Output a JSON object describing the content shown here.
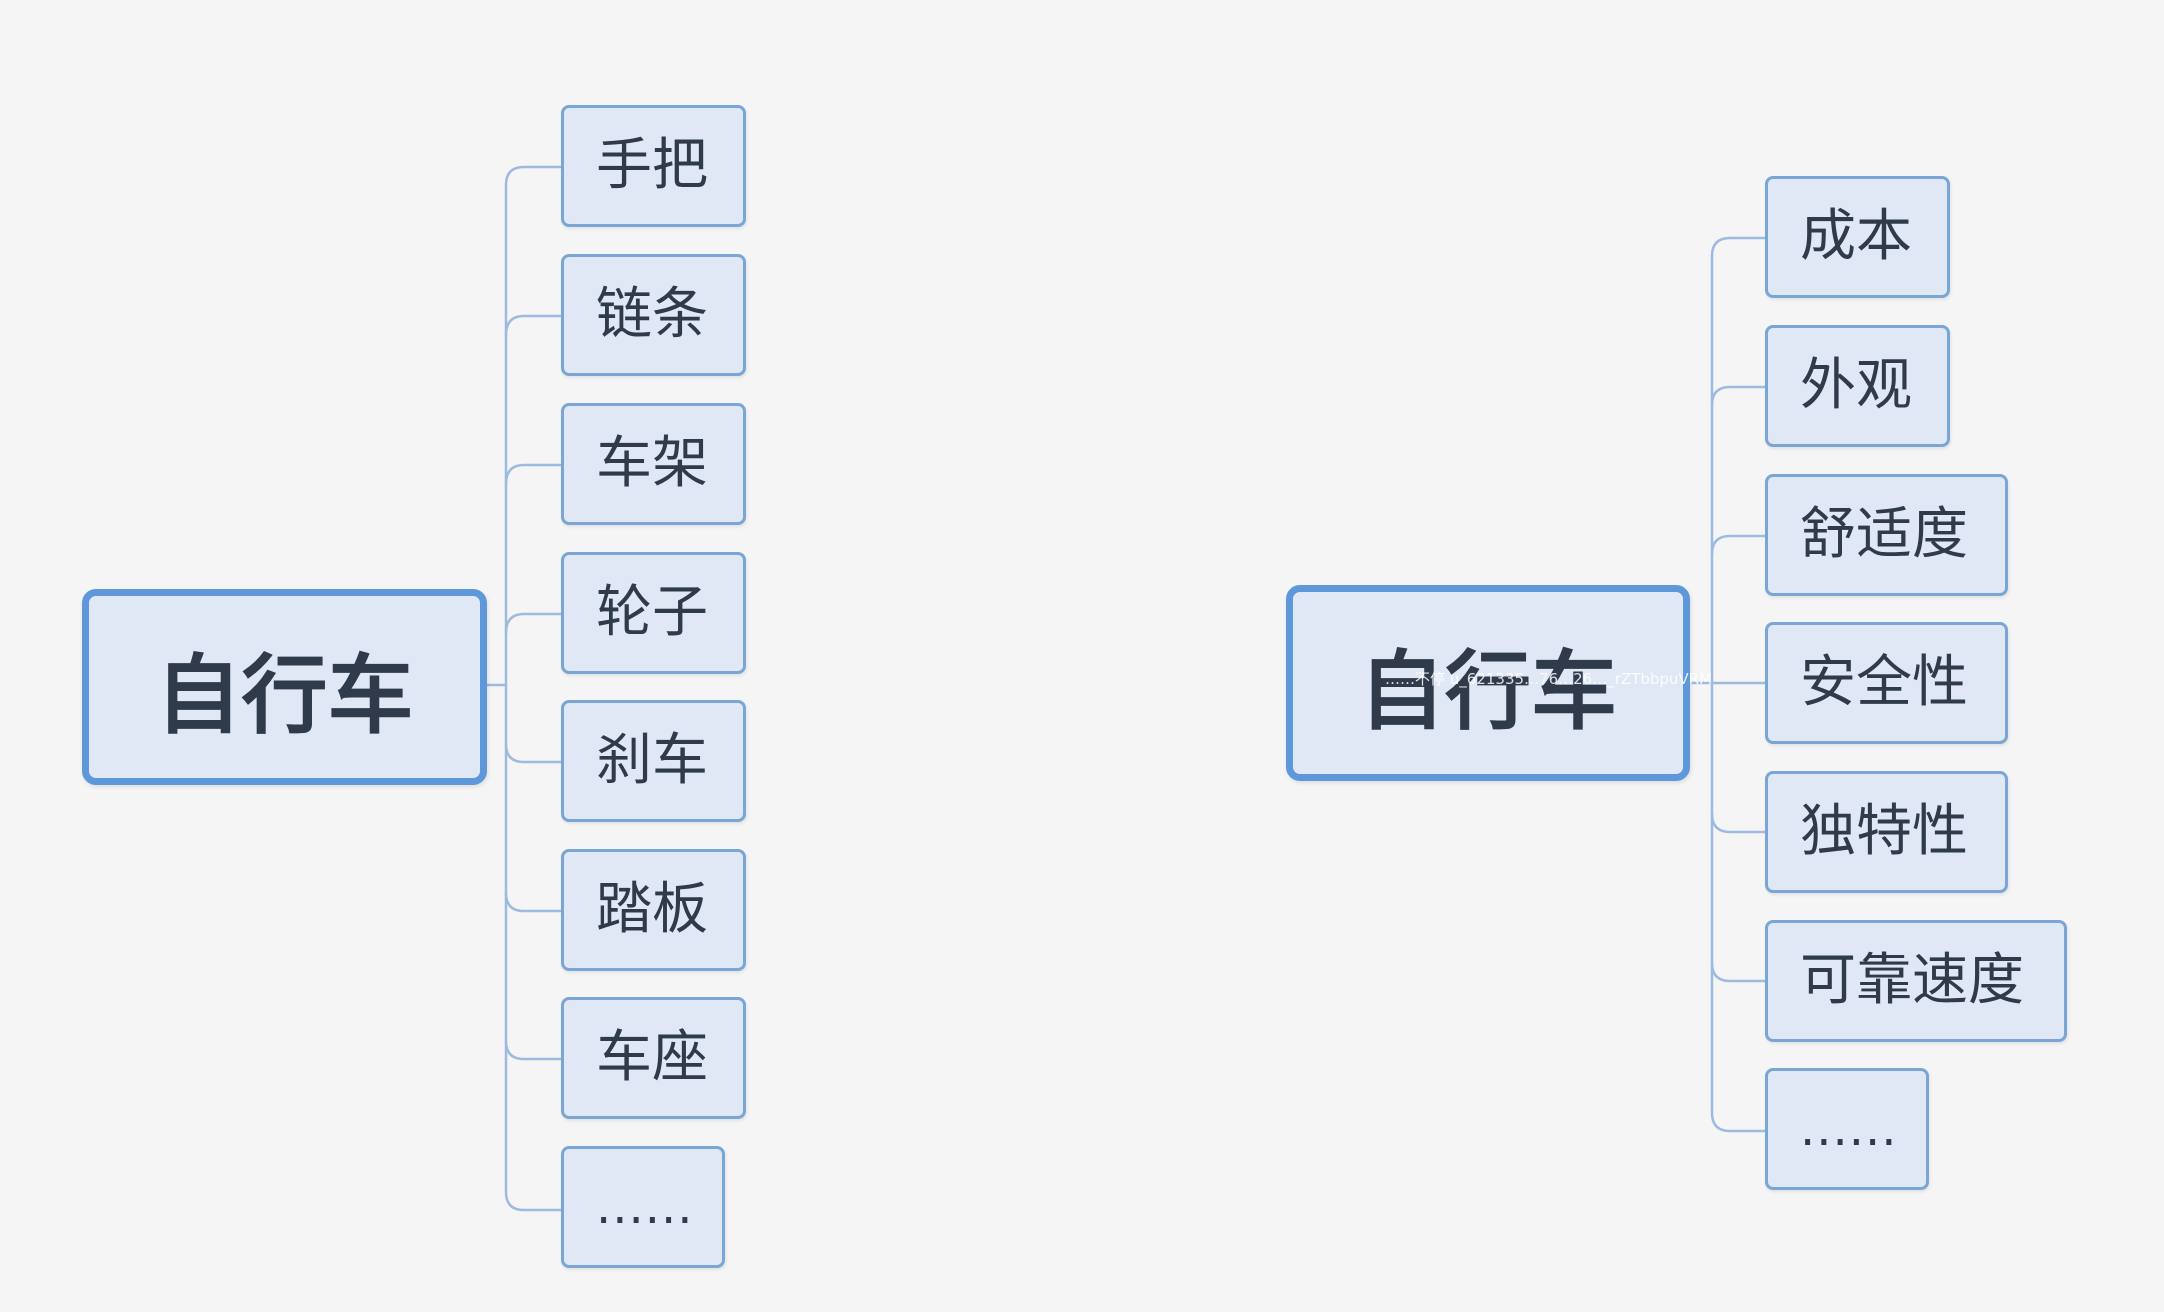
{
  "left_map": {
    "root_label": "自行车",
    "children": [
      "手把",
      "链条",
      "车架",
      "轮子",
      "刹车",
      "踏板",
      "车座",
      "......"
    ]
  },
  "right_map": {
    "root_label": "自行车",
    "children": [
      "成本",
      "外观",
      "舒适度",
      "安全性",
      "独特性",
      "可靠速度",
      "......"
    ]
  },
  "watermark": "……不停 u_621335…76…26…_rZTbbpuVRM",
  "colors": {
    "background": "#f5f5f5",
    "node_fill": "#dfe8f4",
    "node_border": "#7aa6d6",
    "root_border": "#5e97da",
    "connector": "#9dbbe0",
    "text": "#2f3b4a"
  }
}
